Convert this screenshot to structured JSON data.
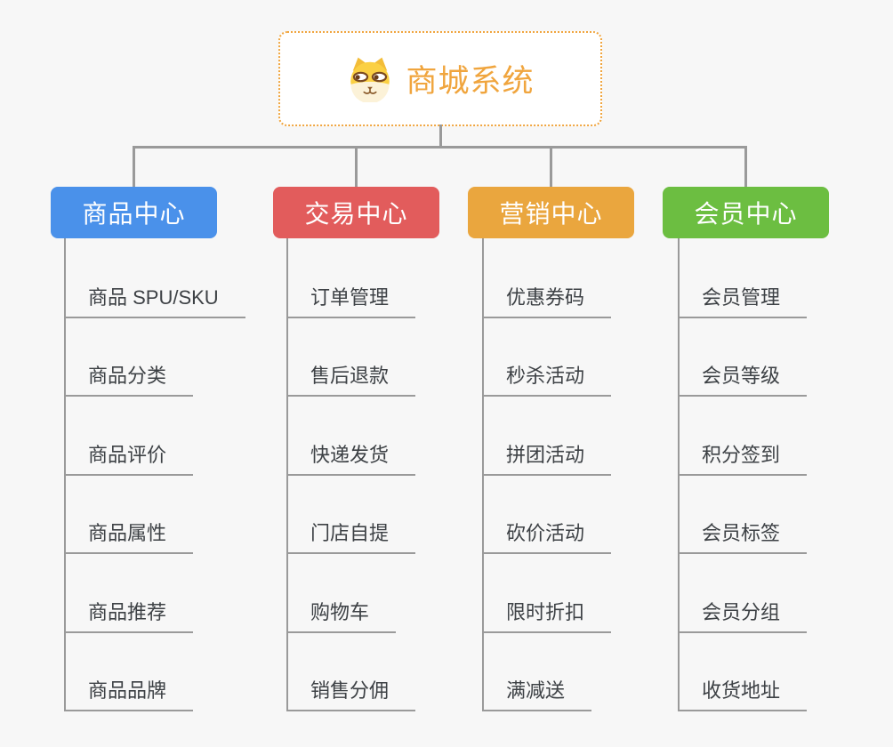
{
  "root": {
    "title": "商城系统",
    "icon": "dog-face-icon"
  },
  "theme": {
    "background": "#f7f7f7",
    "root_accent": "#f0a53e",
    "connector_gray": "#9a9a9a",
    "leaf_text": "#3d4145",
    "node_text": "#ffffff"
  },
  "branches": [
    {
      "label": "商品中心",
      "color": "#4a91ea",
      "items": [
        "商品 SPU/SKU",
        "商品分类",
        "商品评价",
        "商品属性",
        "商品推荐",
        "商品品牌"
      ]
    },
    {
      "label": "交易中心",
      "color": "#e25c5c",
      "items": [
        "订单管理",
        "售后退款",
        "快递发货",
        "门店自提",
        "购物车",
        "销售分佣"
      ]
    },
    {
      "label": "营销中心",
      "color": "#eaa63e",
      "items": [
        "优惠券码",
        "秒杀活动",
        "拼团活动",
        "砍价活动",
        "限时折扣",
        "满减送"
      ]
    },
    {
      "label": "会员中心",
      "color": "#6cbe41",
      "items": [
        "会员管理",
        "会员等级",
        "积分签到",
        "会员标签",
        "会员分组",
        "收货地址"
      ]
    }
  ]
}
